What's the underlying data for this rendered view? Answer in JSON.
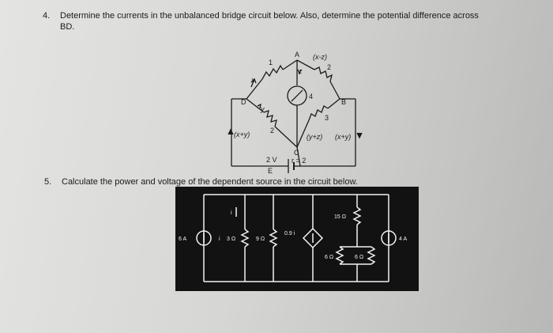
{
  "question4": {
    "number": "4.",
    "text_line1": "Determine the currents in the unbalanced bridge circuit below. Also, determine the potential difference across",
    "text_line2": "BD."
  },
  "bridge": {
    "node_a": "A",
    "node_b": "B",
    "node_c": "C",
    "node_d": "D",
    "label_x": "x",
    "label_y": "y",
    "label_z": "z",
    "label_xz": "(x-z)",
    "label_xy": "(x+y)",
    "label_yz": "(y+z)",
    "label_xy_right": "(x+y)",
    "r1": "1",
    "r2": "2",
    "r3": "3",
    "r4": "4",
    "r_diag": "2",
    "battery_v": "2 V",
    "battery_r": "r = 2",
    "battery_e": "E"
  },
  "question5": {
    "number": "5.",
    "text": "Calculate the power and voltage of the dependent source in the circuit below."
  },
  "circuit2": {
    "src_left": "6 A",
    "src_right": "4 A",
    "res_3": "3 Ω",
    "res_9": "9 Ω",
    "res_15": "15 Ω",
    "res_6a": "6 Ω",
    "res_6b": "6 Ω",
    "dep_label": "0.9 i",
    "i_label": "i",
    "ix_label": "i"
  }
}
